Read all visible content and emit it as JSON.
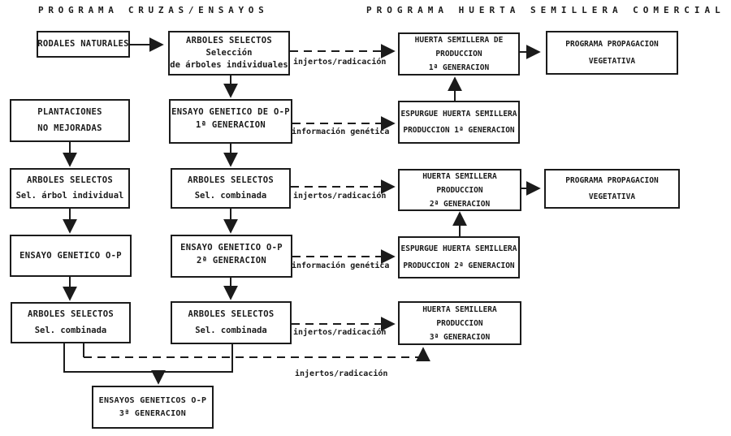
{
  "colors": {
    "ink": "#1b1b1b",
    "paper": "#ffffff"
  },
  "headers": {
    "left": "PROGRAMA CRUZAS/ENSAYOS",
    "right": "PROGRAMA HUERTA SEMILLERA COMERCIAL"
  },
  "boxes": {
    "rodales": {
      "l1": "RODALES NATURALES"
    },
    "arboles_top": {
      "l1": "ARBOLES SELECTOS",
      "l2": "Selección",
      "l3": "de árboles individuales"
    },
    "huerta1": {
      "l1": "HUERTA SEMILLERA DE",
      "l2": "PRODUCCION",
      "l3": "1ª GENERACION"
    },
    "propveg1": {
      "l1": "PROGRAMA PROPAGACION",
      "l2": "VEGETATIVA"
    },
    "plantaciones": {
      "l1": "PLANTACIONES",
      "l2": "NO MEJORADAS"
    },
    "ensayo1": {
      "l1": "ENSAYO GENETICO DE O-P",
      "l2": "1ª GENERACION"
    },
    "espurgue1": {
      "l1": "ESPURGUE HUERTA SEMILLERA",
      "l2": "PRODUCCION 1ª GENERACION"
    },
    "arboles_left1": {
      "l1": "ARBOLES SELECTOS",
      "l2": "Sel. árbol individual"
    },
    "arboles_c2": {
      "l1": "ARBOLES SELECTOS",
      "l2": "Sel. combinada"
    },
    "huerta2": {
      "l1": "HUERTA SEMILLERA",
      "l2": "PRODUCCION",
      "l3": "2ª GENERACION"
    },
    "propveg2": {
      "l1": "PROGRAMA PROPAGACION",
      "l2": "VEGETATIVA"
    },
    "ensayo_left": {
      "l1": "ENSAYO GENETICO O-P"
    },
    "ensayo2": {
      "l1": "ENSAYO GENETICO O-P",
      "l2": "2ª GENERACION"
    },
    "espurgue2": {
      "l1": "ESPURGUE HUERTA SEMILLERA",
      "l2": "PRODUCCION 2ª GENERACION"
    },
    "arboles_left2": {
      "l1": "ARBOLES SELECTOS",
      "l2": "Sel. combinada"
    },
    "arboles_c3": {
      "l1": "ARBOLES SELECTOS",
      "l2": "Sel. combinada"
    },
    "huerta3": {
      "l1": "HUERTA SEMILLERA",
      "l2": "PRODUCCION",
      "l3": "3ª GENERACION"
    },
    "ensayo3": {
      "l1": "ENSAYOS GENETICOS O-P",
      "l2": "3ª GENERACION"
    }
  },
  "edge_labels": {
    "injertos_1": "injertos/radicación",
    "informacion_1": "información genética",
    "injertos_2": "injertos/radicación",
    "informacion_2": "información genética",
    "injertos_3": "injertos/radicación",
    "injertos_4": "injertos/radicación"
  }
}
